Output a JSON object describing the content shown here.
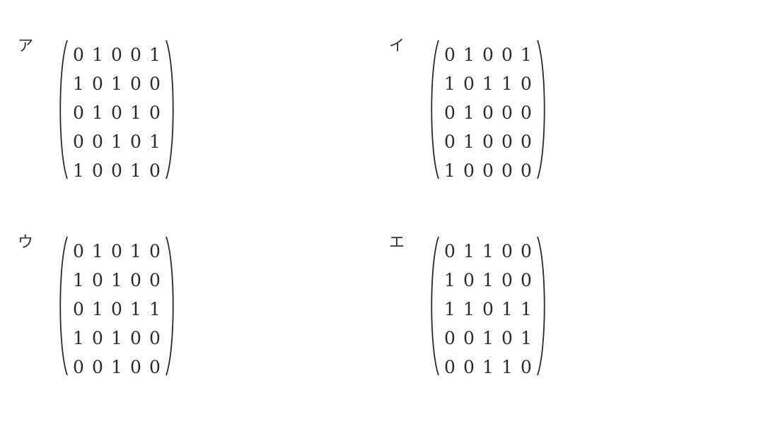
{
  "options": [
    {
      "label": "ア",
      "rows": [
        [
          "0",
          "1",
          "0",
          "0",
          "1"
        ],
        [
          "1",
          "0",
          "1",
          "0",
          "0"
        ],
        [
          "0",
          "1",
          "0",
          "1",
          "0"
        ],
        [
          "0",
          "0",
          "1",
          "0",
          "1"
        ],
        [
          "1",
          "0",
          "0",
          "1",
          "0"
        ]
      ]
    },
    {
      "label": "イ",
      "rows": [
        [
          "0",
          "1",
          "0",
          "0",
          "1"
        ],
        [
          "1",
          "0",
          "1",
          "1",
          "0"
        ],
        [
          "0",
          "1",
          "0",
          "0",
          "0"
        ],
        [
          "0",
          "1",
          "0",
          "0",
          "0"
        ],
        [
          "1",
          "0",
          "0",
          "0",
          "0"
        ]
      ]
    },
    {
      "label": "ウ",
      "rows": [
        [
          "0",
          "1",
          "0",
          "1",
          "0"
        ],
        [
          "1",
          "0",
          "1",
          "0",
          "0"
        ],
        [
          "0",
          "1",
          "0",
          "1",
          "1"
        ],
        [
          "1",
          "0",
          "1",
          "0",
          "0"
        ],
        [
          "0",
          "0",
          "1",
          "0",
          "0"
        ]
      ]
    },
    {
      "label": "エ",
      "rows": [
        [
          "0",
          "1",
          "1",
          "0",
          "0"
        ],
        [
          "1",
          "0",
          "1",
          "0",
          "0"
        ],
        [
          "1",
          "1",
          "0",
          "1",
          "1"
        ],
        [
          "0",
          "0",
          "1",
          "0",
          "1"
        ],
        [
          "0",
          "0",
          "1",
          "1",
          "0"
        ]
      ]
    }
  ]
}
